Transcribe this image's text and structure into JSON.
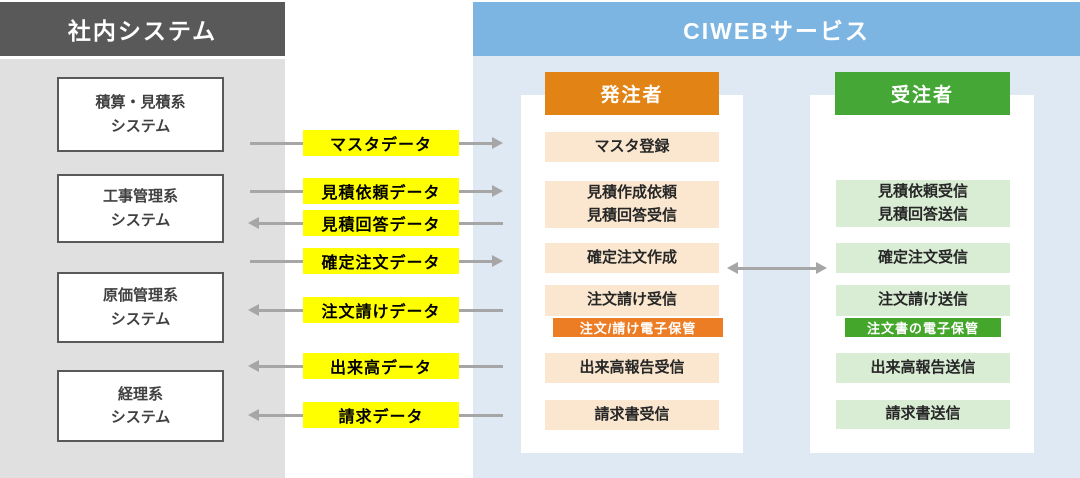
{
  "internal": {
    "title": "社内システム",
    "systems": [
      "積算・見積系\nシステム",
      "工事管理系\nシステム",
      "原価管理系\nシステム",
      "経理系\nシステム"
    ]
  },
  "ciweb": {
    "title": "CIWEBサービス",
    "orderer": {
      "title": "発注者",
      "master": "マスタ登録",
      "quote": "見積作成依頼\n見積回答受信",
      "order_create": "確定注文作成",
      "order_accept_receive": "注文請け受信",
      "storage": "注文/請け電子保管",
      "progress_receive": "出来高報告受信",
      "invoice_receive": "請求書受信"
    },
    "contractor": {
      "title": "受注者",
      "quote": "見積依頼受信\n見積回答送信",
      "order_receive": "確定注文受信",
      "order_accept_send": "注文請け送信",
      "storage": "注文書の電子保管",
      "progress_send": "出来高報告送信",
      "invoice_send": "請求書送信"
    }
  },
  "flows": [
    {
      "label": "マスタデータ",
      "direction": "to_ciweb"
    },
    {
      "label": "見積依頼データ",
      "direction": "to_ciweb"
    },
    {
      "label": "見積回答データ",
      "direction": "to_internal"
    },
    {
      "label": "確定注文データ",
      "direction": "to_ciweb"
    },
    {
      "label": "注文請けデータ",
      "direction": "to_internal"
    },
    {
      "label": "出来高データ",
      "direction": "to_internal"
    },
    {
      "label": "請求データ",
      "direction": "to_internal"
    }
  ],
  "colors": {
    "internal_header_bg": "#595959",
    "internal_panel_bg": "#e0e0e0",
    "ciweb_header_bg": "#7cb4e2",
    "ciweb_panel_bg": "#dfe9f4",
    "orderer_accent": "#e28315",
    "orderer_item_bg": "#fbe7cf",
    "orderer_storage_bg": "#ec7d25",
    "contractor_accent": "#45a735",
    "contractor_item_bg": "#d9ecd4",
    "contractor_storage_bg": "#45a62c",
    "flow_label_bg": "#ffff00",
    "arrow": "#a6a6a6"
  }
}
